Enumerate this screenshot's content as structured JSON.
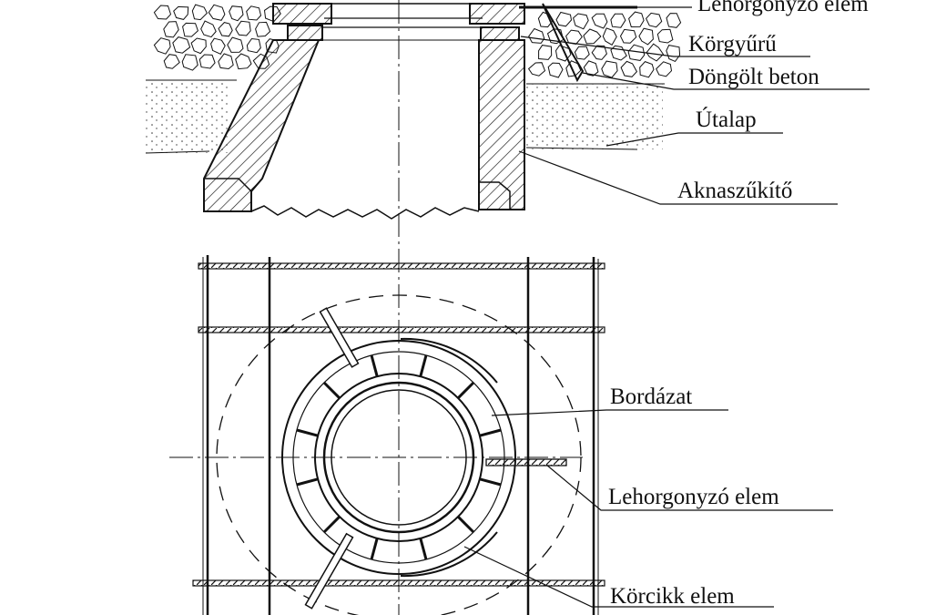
{
  "labels": {
    "anchor_top": "Lehorgonyzó elem",
    "ring": "Körgyűrű",
    "rammed_concrete": "Döngölt beton",
    "road_base": "Útalap",
    "shaft_reducer": "Aknaszűkítő",
    "ribbing": "Bordázat",
    "anchor_bottom": "Lehorgonyzó elem",
    "sector_element": "Körcikk elem"
  },
  "colors": {
    "ink": "#111111",
    "background": "#ffffff"
  }
}
